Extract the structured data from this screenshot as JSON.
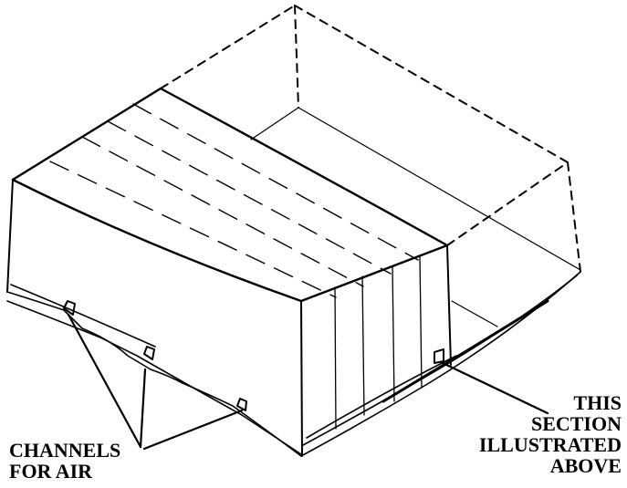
{
  "figure": {
    "description": "Isometric line drawing of a covered rectangular stack/pallet with a tarp cover partially drawn; dashed lines show the full extent of the enclosure",
    "colors": {
      "line": "#000000",
      "background": "#ffffff"
    }
  },
  "labels": {
    "channels": {
      "lines": [
        "CHANNELS",
        "FOR AIR"
      ]
    },
    "section": {
      "lines": [
        "THIS",
        "SECTION",
        "ILLUSTRATED",
        "ABOVE"
      ]
    }
  }
}
